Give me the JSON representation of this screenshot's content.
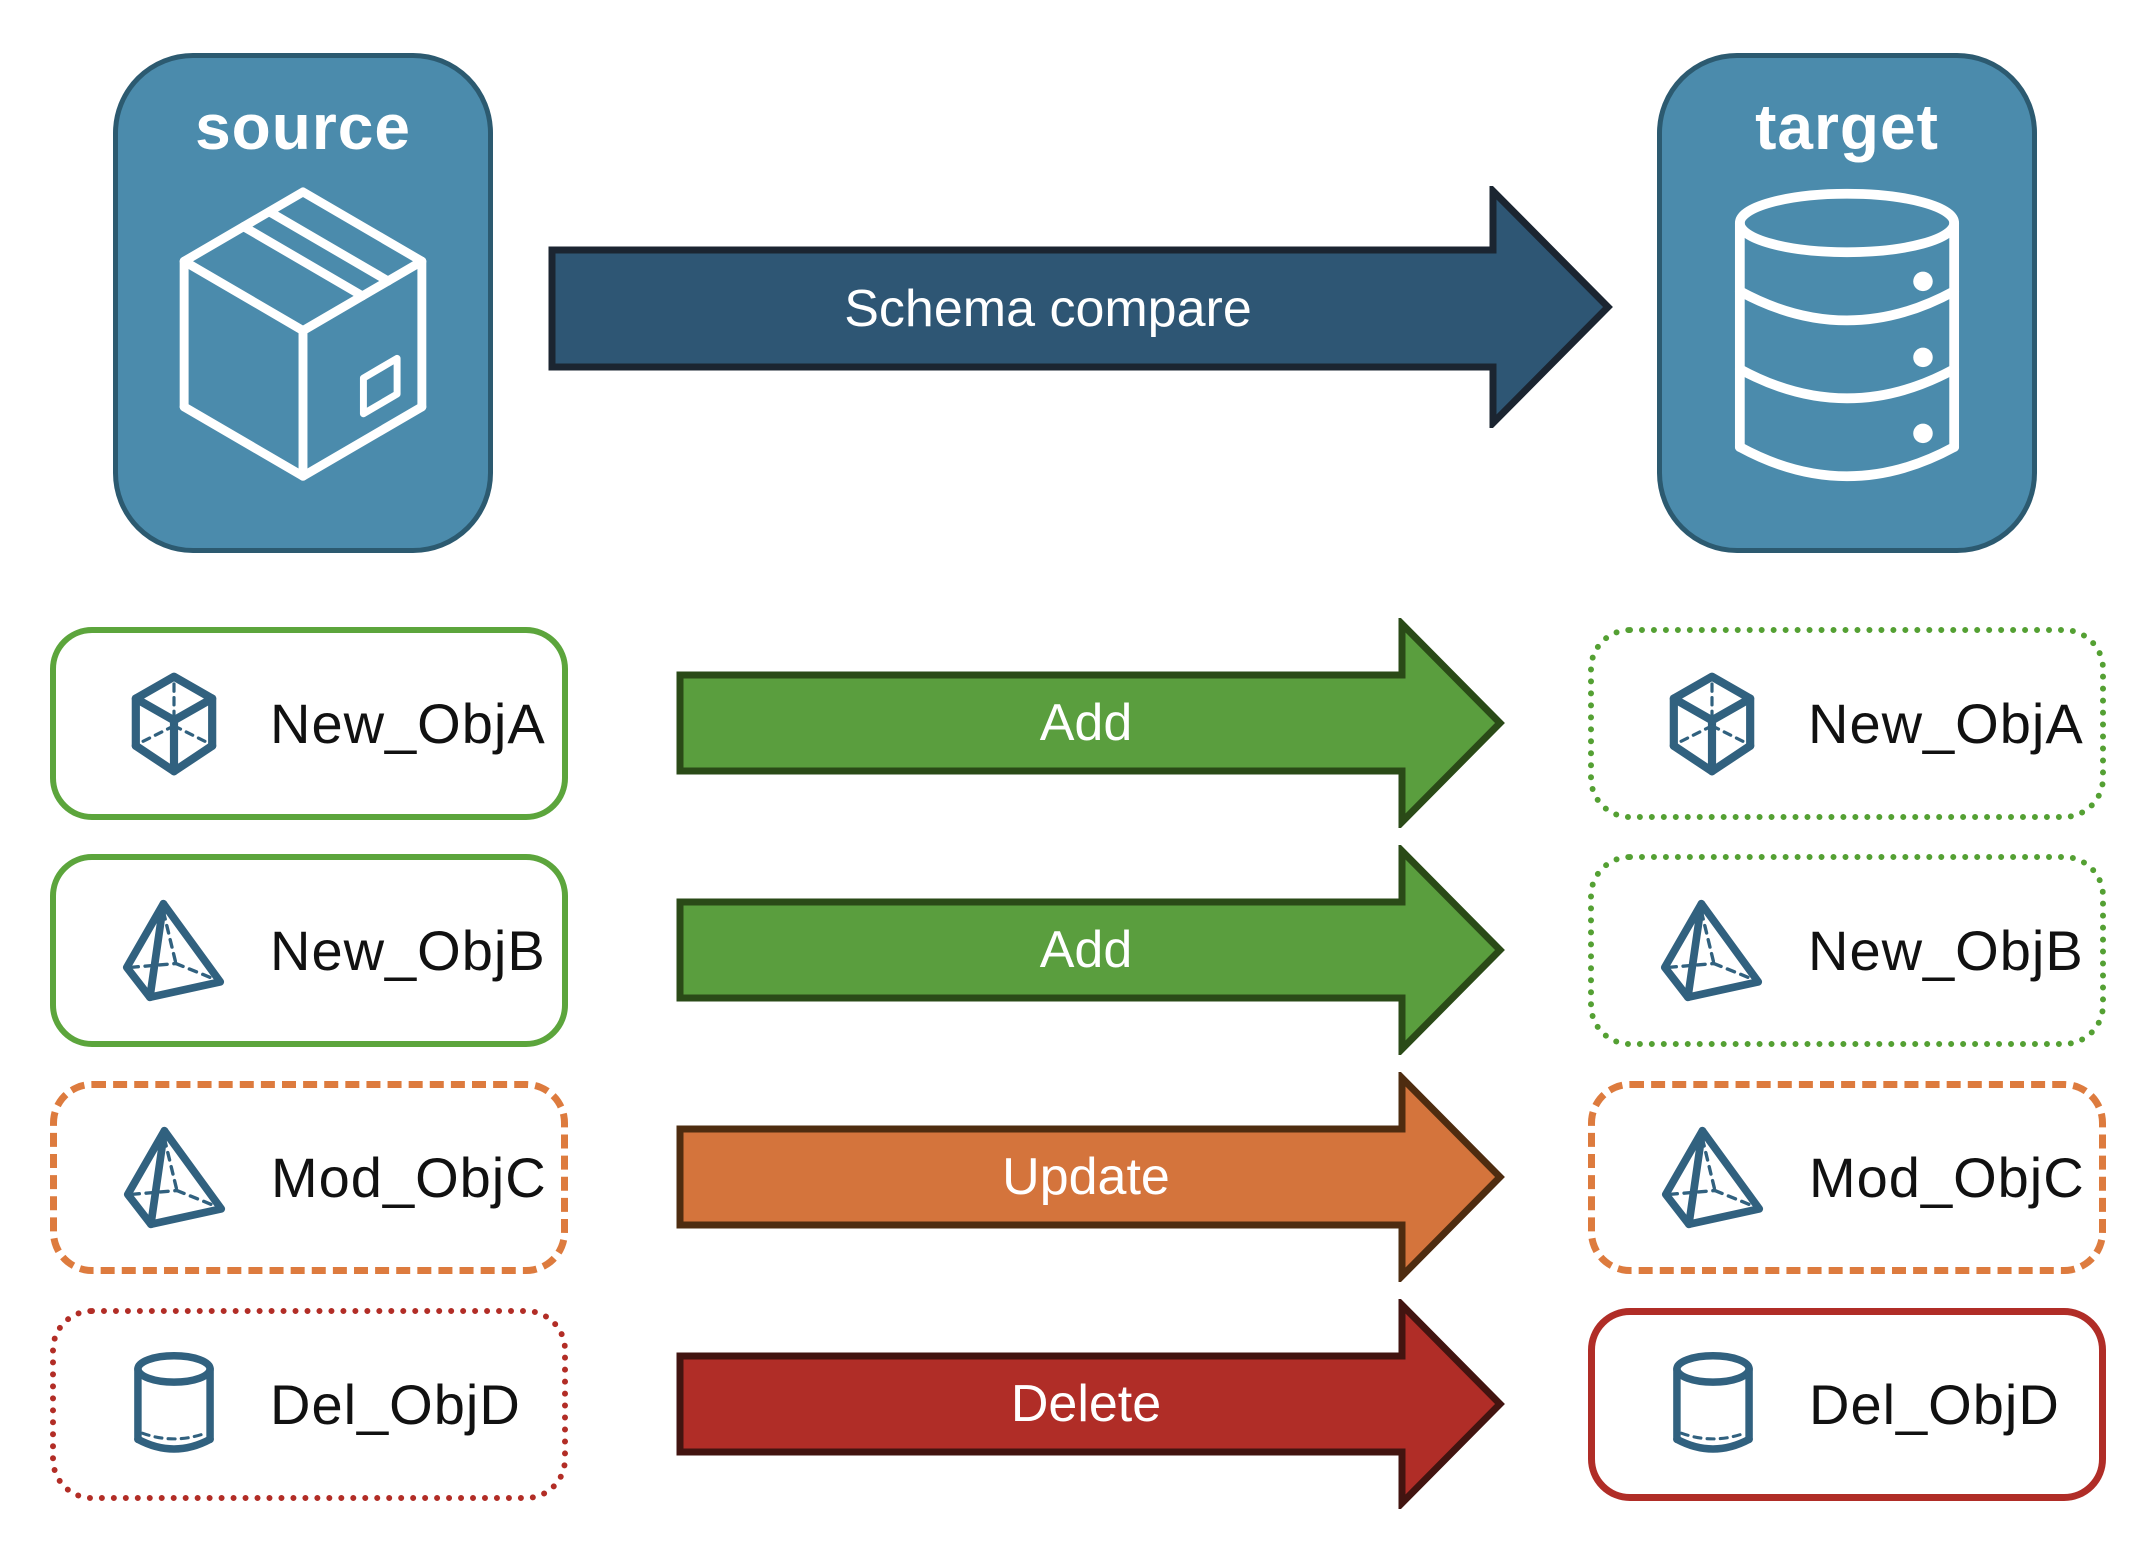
{
  "panels": {
    "source": {
      "label": "source",
      "icon": "package-box-icon"
    },
    "target": {
      "label": "target",
      "icon": "database-icon"
    }
  },
  "flow": {
    "label": "Schema compare"
  },
  "rows": [
    {
      "object": "New_ObjA",
      "action": "Add",
      "icon": "cube-icon",
      "source_border": "solid-green",
      "target_border": "dotted-green"
    },
    {
      "object": "New_ObjB",
      "action": "Add",
      "icon": "pyramid-icon",
      "source_border": "solid-green",
      "target_border": "dotted-green"
    },
    {
      "object": "Mod_ObjC",
      "action": "Update",
      "icon": "pyramid-icon",
      "source_border": "dashed-orange",
      "target_border": "dashed-orange"
    },
    {
      "object": "Del_ObjD",
      "action": "Delete",
      "icon": "cylinder-icon",
      "source_border": "dotted-red",
      "target_border": "solid-red"
    }
  ],
  "colors": {
    "panel_blue": "#4b8bac",
    "panel_border": "#2c5a70",
    "flow_arrow_fill": "#2e5674",
    "add_green": "#5a9e3e",
    "update_orange": "#d4743c",
    "delete_red": "#b02d27",
    "outline_green": "#5ca53c",
    "outline_orange": "#dd7b3e",
    "outline_red": "#b22d26",
    "icon_blue": "#31617f"
  }
}
